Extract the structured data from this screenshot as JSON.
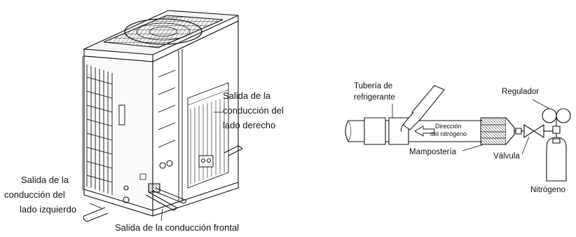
{
  "outdoor_unit": {
    "right_outlet": [
      "Salida de la",
      "conducción del",
      "lado derecho"
    ],
    "left_outlet": [
      "Salida de la",
      "conducción del",
      "lado izquierdo"
    ],
    "front_outlet": "Salida de la conducción frontal"
  },
  "brazing": {
    "pipe_label": [
      "Tubería de",
      "refrigerante"
    ],
    "regulator": "Regulador",
    "direction": [
      "Dirección",
      "del nitrógeno"
    ],
    "masonry": "Mampostería",
    "valve": "Válvula",
    "nitrogen": "Nitrógeno"
  }
}
